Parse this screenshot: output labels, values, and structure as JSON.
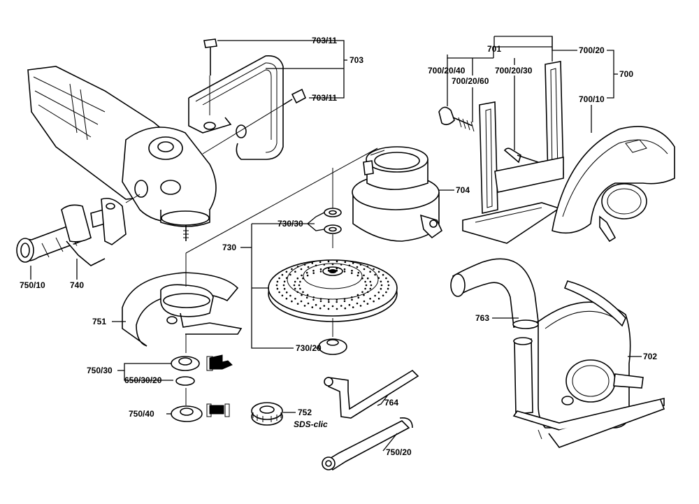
{
  "labels": {
    "p703_11_top": "703/11",
    "p703": "703",
    "p703_11_mid": "703/11",
    "p701": "701",
    "p700_20": "700/20",
    "p700_20_40": "700/20/40",
    "p700_20_30": "700/20/30",
    "p700_20_60": "700/20/60",
    "p700": "700",
    "p700_10": "700/10",
    "p704": "704",
    "p730_30": "730/30",
    "p730": "730",
    "p730_20": "730/20",
    "p750_10": "750/10",
    "p740": "740",
    "p751": "751",
    "p750_30": "750/30",
    "p650_30_20": "650/30/20",
    "p750_40": "750/40",
    "p752": "752",
    "sds_clic": "SDS-clic",
    "p763": "763",
    "p702": "702",
    "p764": "764",
    "p750_20": "750/20"
  }
}
